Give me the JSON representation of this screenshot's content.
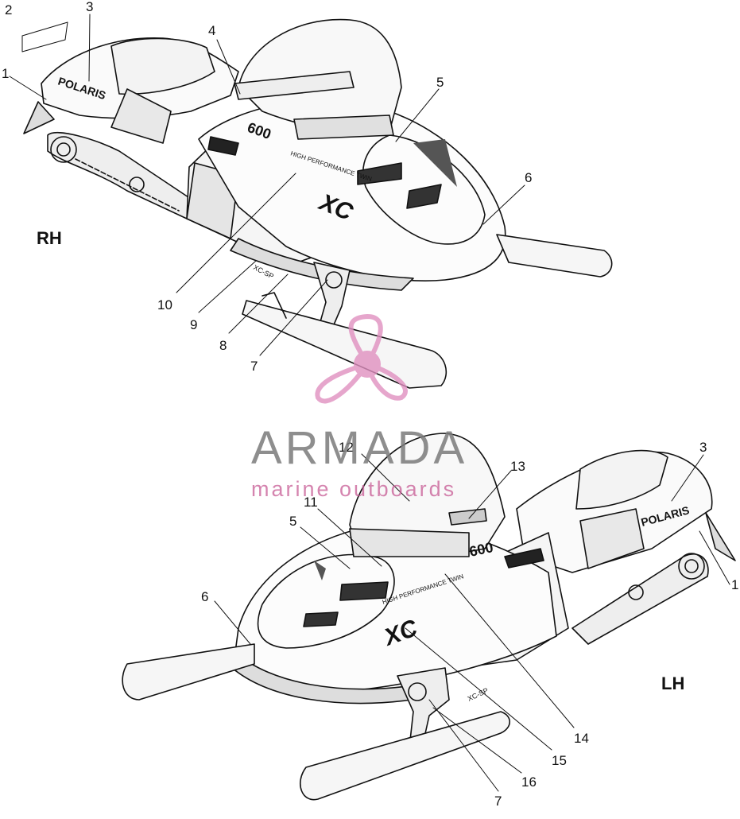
{
  "views": {
    "rh": {
      "side_label": "RH"
    },
    "lh": {
      "side_label": "LH"
    }
  },
  "decal_texts": {
    "brand": "POLARIS",
    "model": "XC",
    "engine": "600",
    "tagline": "HIGH PERFORMANCE TWIN",
    "side_model": "XC-SP"
  },
  "callouts": {
    "rh": [
      "1",
      "2",
      "3",
      "4",
      "5",
      "6",
      "7",
      "8",
      "9",
      "10"
    ],
    "lh": [
      "1",
      "3",
      "5",
      "6",
      "7",
      "11",
      "12",
      "13",
      "14",
      "15",
      "16"
    ]
  },
  "watermark": {
    "title": "ARMADA",
    "subtitle": "marine outboards",
    "accent_color": "#e090c0",
    "text_color": "#7b7b7b"
  }
}
